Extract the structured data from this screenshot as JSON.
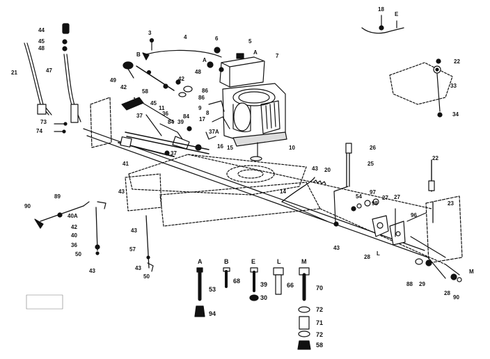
{
  "callouts": {
    "c44": "44",
    "c45a": "45",
    "c48a": "48",
    "c21": "21",
    "c47": "47",
    "c73": "73",
    "c74": "74",
    "c3": "3",
    "c4": "4",
    "cB1": "B",
    "c6": "6",
    "c5": "5",
    "cA1": "A",
    "c7": "7",
    "cA2": "A",
    "c48b": "48",
    "c49": "49",
    "c42a": "42",
    "c58": "58",
    "c1": "1",
    "c42b": "42",
    "c45b": "45",
    "c86a": "86",
    "c86b": "86",
    "c11": "11",
    "c9": "9",
    "c36": "36",
    "c84a": "84",
    "c84b": "84",
    "c37a": "37",
    "c39": "39",
    "c8": "8",
    "c17": "17",
    "c37A": "37A",
    "c41": "41",
    "c37b": "37",
    "c16": "16",
    "c15": "15",
    "c10": "10",
    "c18": "18",
    "cE1": "E",
    "c22a": "22",
    "c33": "33",
    "c34": "34",
    "c26": "26",
    "c25": "25",
    "c43a": "43",
    "c20": "20",
    "c14": "14",
    "c22b": "22",
    "c54": "54",
    "c97": "97",
    "c98a": "98",
    "c27a": "27",
    "c27b": "27",
    "c96": "96",
    "c23": "23",
    "c28": "28",
    "cL1": "L",
    "c43b": "43",
    "c88": "88",
    "c29": "29",
    "cM1": "M",
    "c28b": "28",
    "c90": "90",
    "c89": "89",
    "c90b": "90",
    "c40A": "40A",
    "c42c": "42",
    "c40": "40",
    "c36b": "36",
    "c50a": "50",
    "c43c": "43",
    "c43d": "43",
    "c57": "57",
    "c43e": "43",
    "c50b": "50",
    "c43f": "43"
  },
  "hardware": [
    {
      "letter": "A",
      "part": "53",
      "part2": "94"
    },
    {
      "letter": "B",
      "part": "68"
    },
    {
      "letter": "E",
      "part": "39",
      "part2": "30"
    },
    {
      "letter": "L",
      "part": "66"
    },
    {
      "letter": "M",
      "part": "70",
      "part2": "72",
      "part3": "71",
      "part4": "72",
      "part5": "58"
    }
  ]
}
